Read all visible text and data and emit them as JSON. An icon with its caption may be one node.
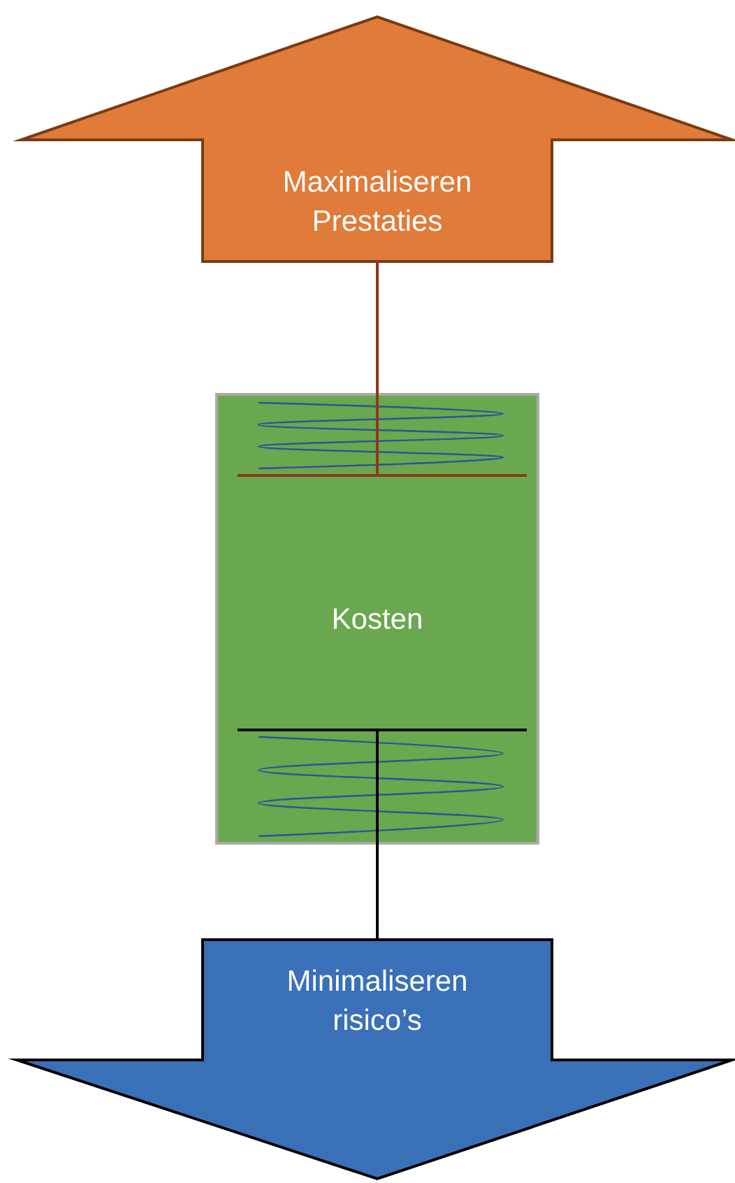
{
  "diagram": {
    "nodes": [
      {
        "text": [
          "Maximaliseren Prestaties"
        ]
      },
      {
        "text": [
          "Kosten"
        ]
      },
      {
        "text": [
          "Minimaliseren risico’s"
        ]
      }
    ],
    "edges": [
      {
        "from": 0,
        "to": 1,
        "arrow": "none",
        "color": "#8b3a1a"
      },
      {
        "from": 1,
        "to": 2,
        "arrow": "none",
        "color": "#000000"
      }
    ]
  }
}
